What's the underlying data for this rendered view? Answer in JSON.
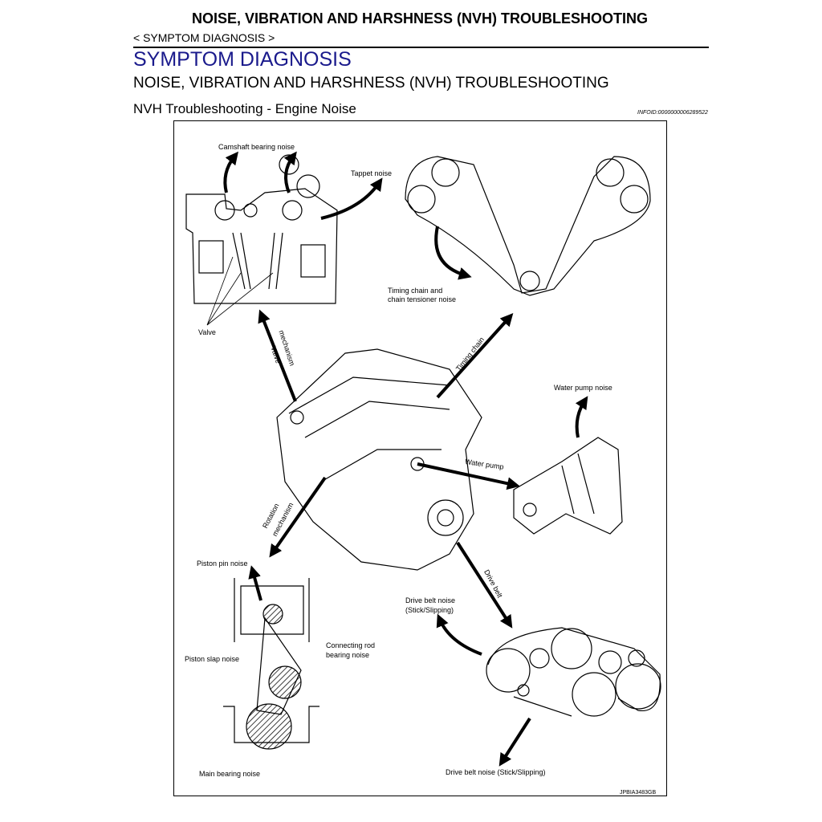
{
  "header": {
    "top_title": "NOISE, VIBRATION AND HARSHNESS (NVH) TROUBLESHOOTING",
    "breadcrumb": "< SYMPTOM DIAGNOSIS >",
    "section_title": "SYMPTOM DIAGNOSIS",
    "sub_title": "NOISE, VIBRATION AND HARSHNESS (NVH) TROUBLESHOOTING",
    "topic_title": "NVH Troubleshooting - Engine Noise",
    "info_id": "INFOID:0000000006289522"
  },
  "figure": {
    "labels": {
      "camshaft": "Camshaft bearing noise",
      "tappet": "Tappet noise",
      "timing_chain_noise_1": "Timing chain and",
      "timing_chain_noise_2": "chain tensioner noise",
      "valve": "Valve",
      "valve_mechanism_1": "Valve",
      "valve_mechanism_2": "mechanism",
      "timing_chain": "Timing chain",
      "water_pump_noise": "Water pump noise",
      "water_pump": "Water pump",
      "rotation_mechanism_1": "Rotation",
      "rotation_mechanism_2": "mechanism",
      "drive_belt": "Drive belt",
      "piston_pin": "Piston pin noise",
      "drive_belt_noise_1": "Drive belt noise",
      "drive_belt_noise_2": "(Stick/Slipping)",
      "piston_slap": "Piston slap noise",
      "conrod_1": "Connecting rod",
      "conrod_2": "bearing noise",
      "main_bearing": "Main bearing noise",
      "drive_belt_noise_bottom": "Drive belt noise (Stick/Slipping)"
    },
    "figure_code": "JPBIA3483GB"
  }
}
